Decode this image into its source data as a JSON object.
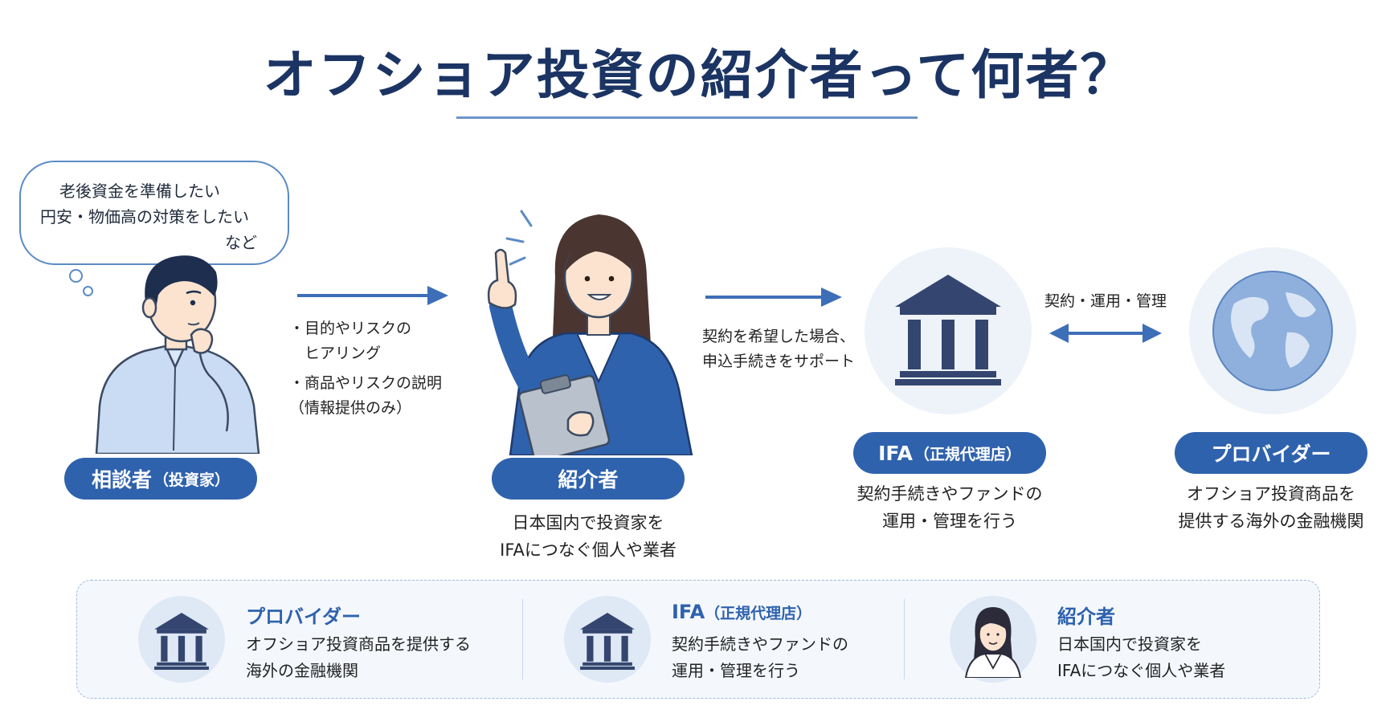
{
  "title": "オフショア投資の紹介者って何者？",
  "speech_bubble": {
    "lines": [
      "老後資金を準備したい",
      "円安・物価高の対策をしたい",
      "など"
    ]
  },
  "nodes": {
    "client": {
      "label": "相談者",
      "sub": "（投資家）"
    },
    "introducer": {
      "label": "紹介者",
      "desc": [
        "日本国内で投資家を",
        "IFAにつなぐ個人や業者"
      ]
    },
    "ifa": {
      "label": "IFA",
      "sub": "（正規代理店）",
      "desc": [
        "契約手続きやファンドの",
        "運用・管理を行う"
      ]
    },
    "provider": {
      "label": "プロバイダー",
      "desc": [
        "オフショア投資商品を",
        "提供する海外の金融機関"
      ]
    }
  },
  "edges": {
    "client_to_introducer": [
      "・目的やリスクの",
      "　ヒアリング",
      "・商品やリスクの説明",
      "（情報提供のみ）"
    ],
    "introducer_to_ifa": [
      "契約を希望した場合、",
      "申込手続きをサポート"
    ],
    "ifa_provider": "契約・運用・管理"
  },
  "legend": [
    {
      "title": "プロバイダー",
      "sub": "",
      "desc": [
        "オフショア投資商品を提供する",
        "海外の金融機関"
      ],
      "icon": "bank-icon"
    },
    {
      "title": "IFA",
      "sub": "（正規代理店）",
      "desc": [
        "契約手続きやファンドの",
        "運用・管理を行う"
      ],
      "icon": "bank-icon"
    },
    {
      "title": "紹介者",
      "sub": "",
      "desc": [
        "日本国内で投資家を",
        "IFAにつなぐ個人や業者"
      ],
      "icon": "woman-avatar-icon"
    }
  ],
  "colors": {
    "title": "#1b3463",
    "accent": "#2f62ad",
    "arrow": "#3d6eb8",
    "bank": "#34466f",
    "globe": "#8fb0dd"
  }
}
